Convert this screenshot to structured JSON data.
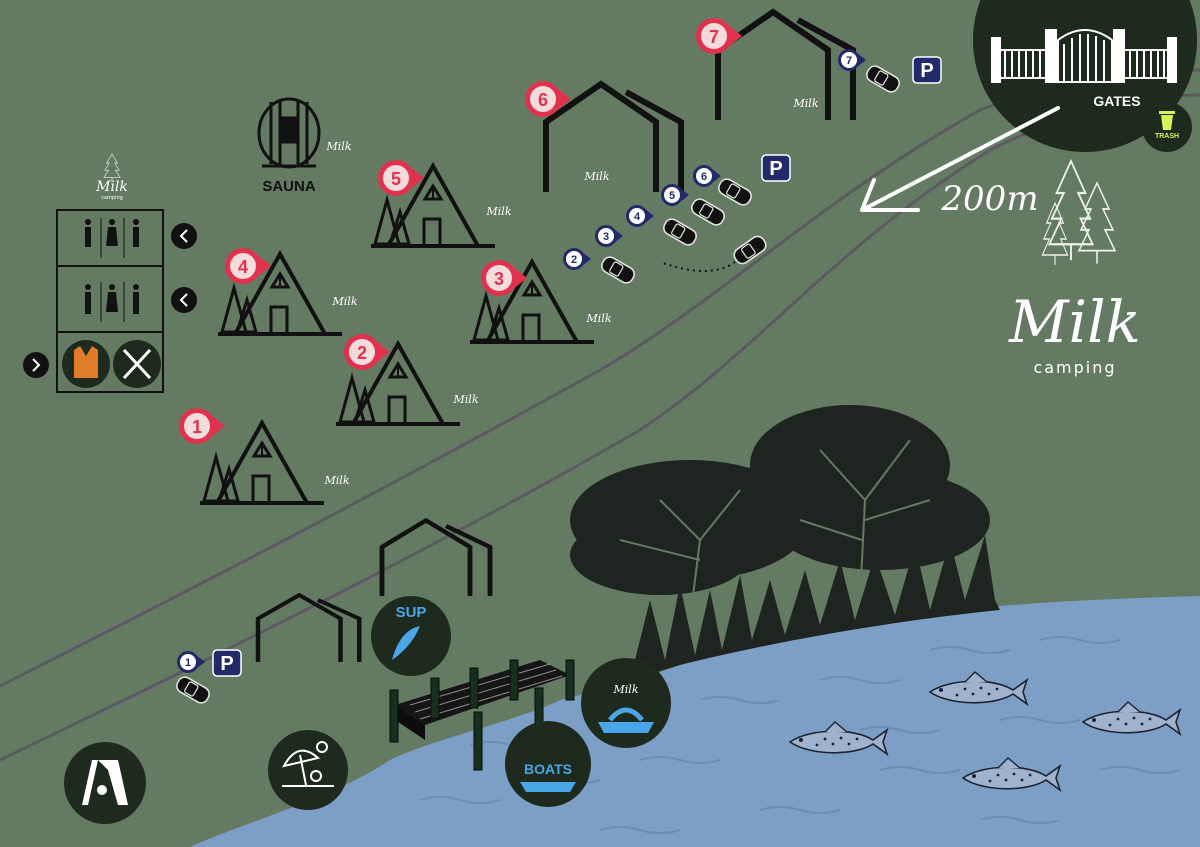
{
  "header": {
    "gates_label": "GATES",
    "trash_label": "TRASH",
    "distance_label": "200m"
  },
  "brand": {
    "name": "Milk",
    "subtitle": "camping",
    "small_name": "Milk",
    "small_subtitle": "camping"
  },
  "cabins": {
    "a_frames": [
      "1",
      "2",
      "3",
      "4",
      "5"
    ],
    "houses": [
      "6",
      "7"
    ]
  },
  "parking": {
    "symbol": "P",
    "spots": [
      "1",
      "2",
      "3",
      "4",
      "5",
      "6",
      "7"
    ]
  },
  "facilities": {
    "sauna_label": "SAUNA",
    "sup_label": "SUP",
    "boats_label": "BOATS"
  },
  "colors": {
    "ground": "#657a62",
    "road": "#5b5b5f",
    "water": "#7d9fc5",
    "pin": "#e0324e",
    "parking": "#232a6a",
    "dark": "#1f2a1f",
    "trash": "#d7f25a"
  }
}
